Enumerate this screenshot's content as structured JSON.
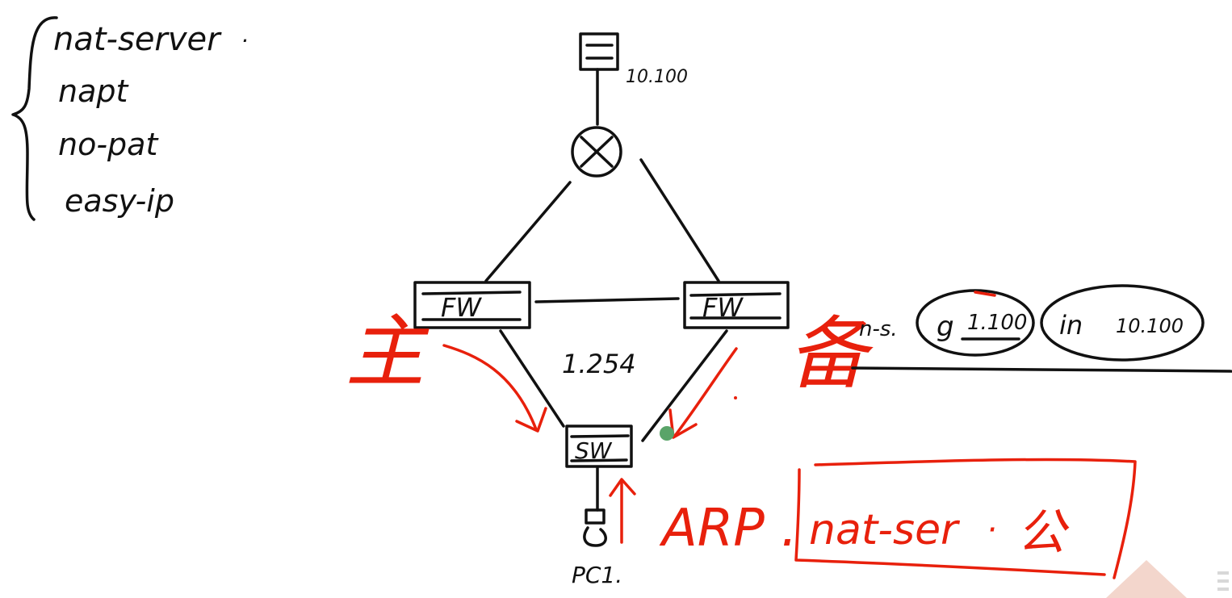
{
  "nat_types": [
    "nat-server",
    "napt",
    "no-pat",
    "easy-ip"
  ],
  "nat_dot": ".",
  "server": {
    "ip": "10.100"
  },
  "firewalls": {
    "left_label": "FW",
    "right_label": "FW"
  },
  "roles": {
    "master": "主",
    "backup": "备"
  },
  "vip": "1.254",
  "switch_label": "SW",
  "pc_label": "PC1.",
  "nat_server_entry": {
    "prefix": "n-s.",
    "global_ip": "1.100",
    "global_marker": "g",
    "inside_keyword": "in",
    "inside_ip": "10.100"
  },
  "arp_note": "ARP .",
  "box_note": {
    "text": "nat-ser",
    "dot": "·",
    "char": "公"
  },
  "colors": {
    "ink": "#111111",
    "red_pen": "#e8200c",
    "cursor": "#5aa469",
    "watermark": "#f3d6cc"
  }
}
